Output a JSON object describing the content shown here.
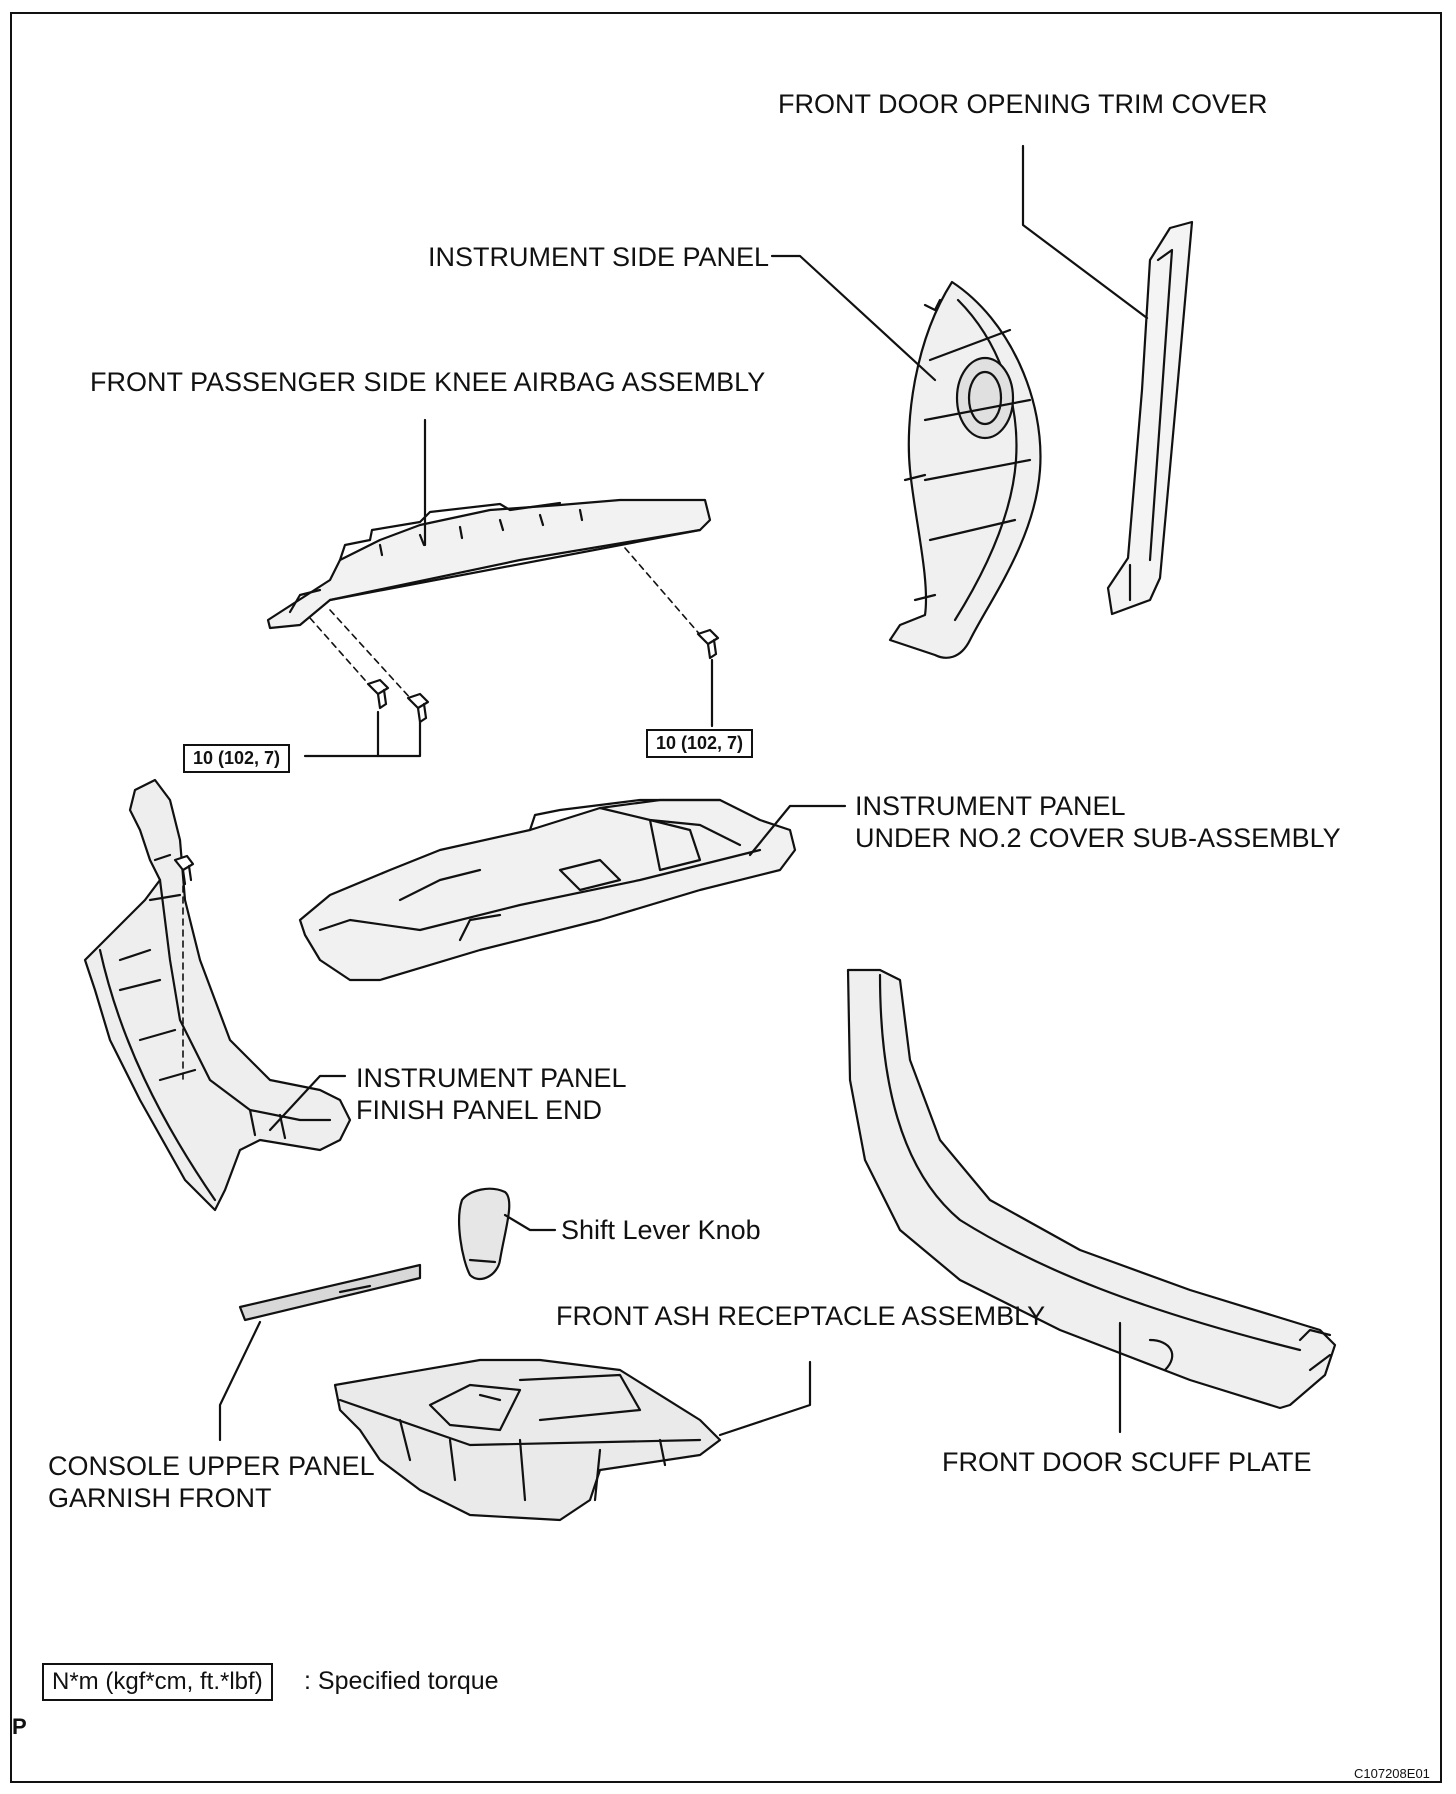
{
  "labels": {
    "front_door_opening_trim_cover": "FRONT DOOR OPENING TRIM COVER",
    "instrument_side_panel": "INSTRUMENT SIDE PANEL",
    "knee_airbag_assembly": "FRONT PASSENGER SIDE KNEE AIRBAG ASSEMBLY",
    "under_cover_line1": "INSTRUMENT PANEL",
    "under_cover_line2": "UNDER NO.2 COVER SUB-ASSEMBLY",
    "finish_panel_line1": "INSTRUMENT PANEL",
    "finish_panel_line2": "FINISH PANEL END",
    "shift_lever_knob": "Shift Lever Knob",
    "ash_receptacle": "FRONT ASH RECEPTACLE ASSEMBLY",
    "console_garnish_line1": "CONSOLE UPPER PANEL",
    "console_garnish_line2": "GARNISH FRONT",
    "front_door_scuff_plate": "FRONT DOOR SCUFF PLATE"
  },
  "torque": {
    "left": "10 (102, 7)",
    "right": "10 (102, 7)"
  },
  "legend": {
    "unit": "N*m (kgf*cm, ft.*lbf)",
    "description": ": Specified torque"
  },
  "corner_mark": "P",
  "figure_code": "C107208E01"
}
